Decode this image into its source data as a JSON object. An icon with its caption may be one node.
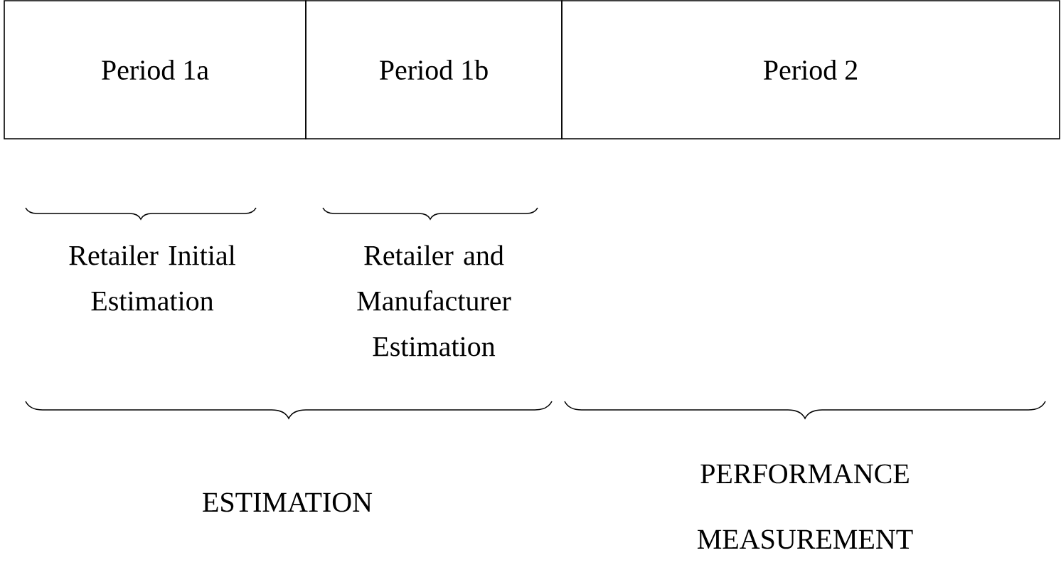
{
  "diagram": {
    "nodes": [
      {
        "text": [
          "Period 1a"
        ]
      },
      {
        "text": [
          "Period 1b"
        ]
      },
      {
        "text": [
          "Period 2"
        ]
      }
    ],
    "labels": [
      "Retailer Initial Estimation",
      "Retailer and Manufacturer Estimation",
      "ESTIMATION",
      "PERFORMANCE MEASUREMENT"
    ]
  }
}
